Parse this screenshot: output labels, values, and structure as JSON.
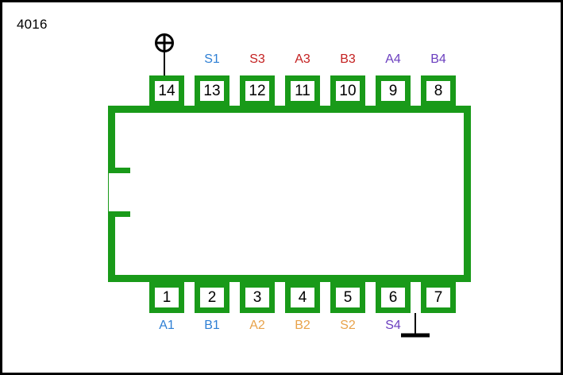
{
  "diagram": {
    "title": "4016",
    "package": "DIP-14",
    "colors": {
      "outline": "#199A19",
      "frame": "#000000",
      "background": "#ffffff",
      "pin_number": "#000000",
      "blue": "#2E7FD4",
      "red": "#C42020",
      "orange": "#E8A24A",
      "purple": "#6B3FBF"
    },
    "top_pins": [
      {
        "number": "14",
        "label": "",
        "color": "#000000",
        "symbol": "power-symbol"
      },
      {
        "number": "13",
        "label": "S1",
        "color": "#2E7FD4",
        "symbol": ""
      },
      {
        "number": "12",
        "label": "S3",
        "color": "#C42020",
        "symbol": ""
      },
      {
        "number": "11",
        "label": "A3",
        "color": "#C42020",
        "symbol": ""
      },
      {
        "number": "10",
        "label": "B3",
        "color": "#C42020",
        "symbol": ""
      },
      {
        "number": "9",
        "label": "A4",
        "color": "#6B3FBF",
        "symbol": ""
      },
      {
        "number": "8",
        "label": "B4",
        "color": "#6B3FBF",
        "symbol": ""
      }
    ],
    "bottom_pins": [
      {
        "number": "1",
        "label": "A1",
        "color": "#2E7FD4",
        "symbol": ""
      },
      {
        "number": "2",
        "label": "B1",
        "color": "#2E7FD4",
        "symbol": ""
      },
      {
        "number": "3",
        "label": "A2",
        "color": "#E8A24A",
        "symbol": ""
      },
      {
        "number": "4",
        "label": "B2",
        "color": "#E8A24A",
        "symbol": ""
      },
      {
        "number": "5",
        "label": "S2",
        "color": "#E8A24A",
        "symbol": ""
      },
      {
        "number": "6",
        "label": "S4",
        "color": "#6B3FBF",
        "symbol": ""
      },
      {
        "number": "7",
        "label": "",
        "color": "#000000",
        "symbol": "ground-symbol"
      }
    ]
  }
}
